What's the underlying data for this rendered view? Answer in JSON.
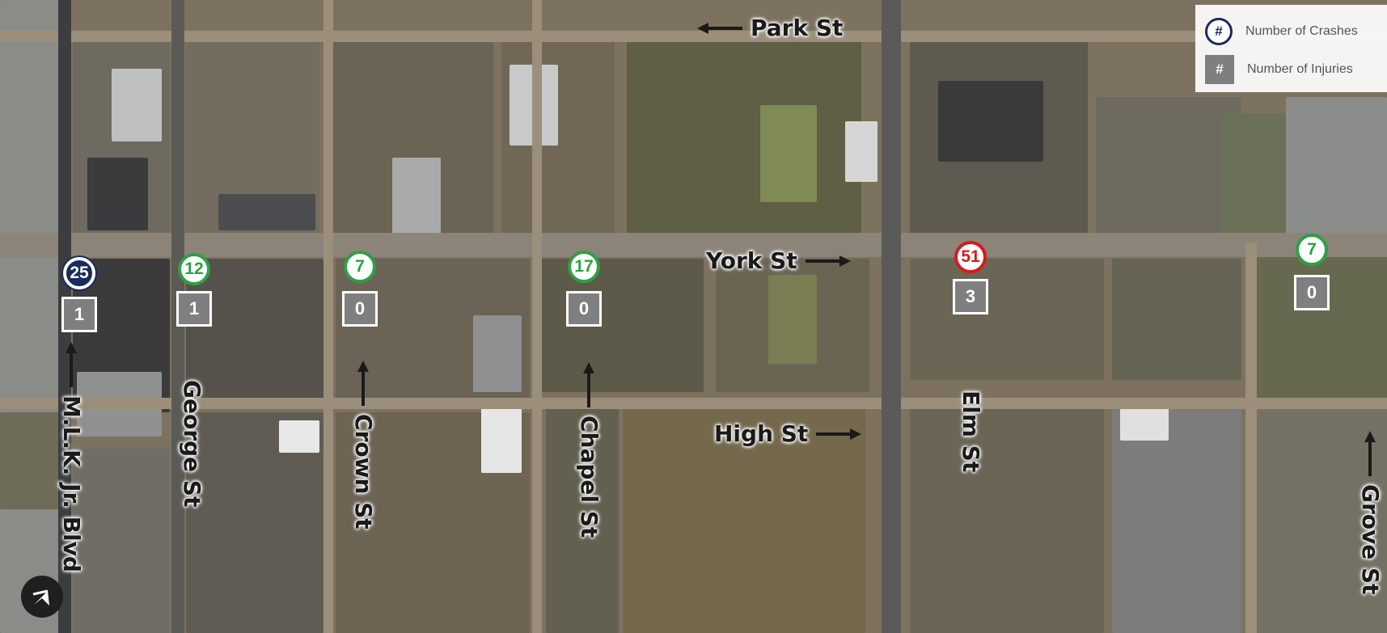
{
  "legend": {
    "crash_symbol": "#",
    "crash_label": "Number of Crashes",
    "injury_symbol": "#",
    "injury_label": "Number of Injuries"
  },
  "streets": {
    "park": "Park St",
    "york": "York St",
    "high": "High St",
    "mlk": "M.L.K. Jr. Blvd",
    "george": "George St",
    "crown": "Crown St",
    "chapel": "Chapel St",
    "elm": "Elm St",
    "grove": "Grove St"
  },
  "intersections": [
    {
      "cross_street": "M.L.K. Jr. Blvd",
      "crashes": "25",
      "injuries": "1"
    },
    {
      "cross_street": "George St",
      "crashes": "12",
      "injuries": "1"
    },
    {
      "cross_street": "Crown St",
      "crashes": "7",
      "injuries": "0"
    },
    {
      "cross_street": "Chapel St",
      "crashes": "17",
      "injuries": "0"
    },
    {
      "cross_street": "Elm St",
      "crashes": "51",
      "injuries": "3"
    },
    {
      "cross_street": "Grove St",
      "crashes": "7",
      "injuries": "0"
    }
  ],
  "colors": {
    "crash_low": "#2ea043",
    "crash_high": "#d7191c",
    "crash_start": "#1a2b5e",
    "injury_box": "#7f7f7f"
  },
  "icons": {
    "compass": "north-arrow-icon",
    "street_arrow": "arrow-icon"
  }
}
